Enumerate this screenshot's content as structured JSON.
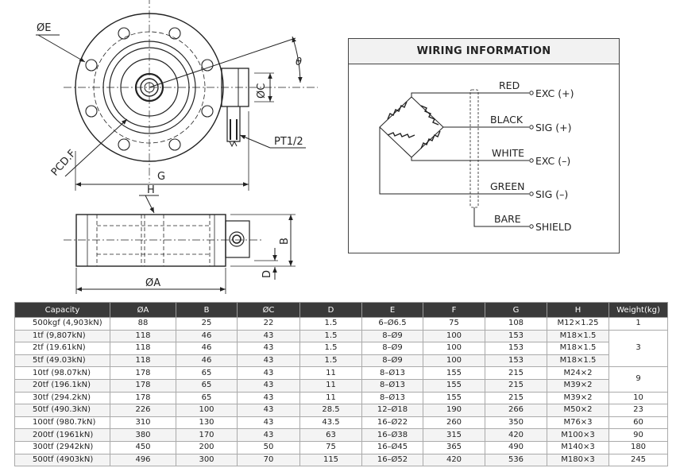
{
  "labels": {
    "dia_e": "ØE",
    "theta": "θ",
    "dia_c": "ØC",
    "pt": "PT1/2",
    "pcd": "PCD.F",
    "g": "G",
    "h": "H",
    "b": "B",
    "d": "D",
    "dia_a": "ØA"
  },
  "wiring": {
    "title": "WIRING INFORMATION",
    "wires": [
      {
        "color": "RED",
        "signal": "EXC (+)"
      },
      {
        "color": "BLACK",
        "signal": "SIG (+)"
      },
      {
        "color": "WHITE",
        "signal": "EXC (–)"
      },
      {
        "color": "GREEN",
        "signal": "SIG (–)"
      },
      {
        "color": "BARE",
        "signal": "SHIELD"
      }
    ]
  },
  "table": {
    "headers": [
      "Capacity",
      "ØA",
      "B",
      "ØC",
      "D",
      "E",
      "F",
      "G",
      "H",
      "Weight(kg)"
    ],
    "rows": [
      [
        "500kgf (4,903kN)",
        "88",
        "25",
        "22",
        "1.5",
        "6–Ø6.5",
        "75",
        "108",
        "M12×1.25"
      ],
      [
        "1tf (9,807kN)",
        "118",
        "46",
        "43",
        "1.5",
        "8–Ø9",
        "100",
        "153",
        "M18×1.5"
      ],
      [
        "2tf (19.61kN)",
        "118",
        "46",
        "43",
        "1.5",
        "8–Ø9",
        "100",
        "153",
        "M18×1.5"
      ],
      [
        "5tf (49.03kN)",
        "118",
        "46",
        "43",
        "1.5",
        "8–Ø9",
        "100",
        "153",
        "M18×1.5"
      ],
      [
        "10tf (98.07kN)",
        "178",
        "65",
        "43",
        "11",
        "8–Ø13",
        "155",
        "215",
        "M24×2"
      ],
      [
        "20tf (196.1kN)",
        "178",
        "65",
        "43",
        "11",
        "8–Ø13",
        "155",
        "215",
        "M39×2"
      ],
      [
        "30tf (294.2kN)",
        "178",
        "65",
        "43",
        "11",
        "8–Ø13",
        "155",
        "215",
        "M39×2"
      ],
      [
        "50tf (490.3kN)",
        "226",
        "100",
        "43",
        "28.5",
        "12–Ø18",
        "190",
        "266",
        "M50×2"
      ],
      [
        "100tf (980.7kN)",
        "310",
        "130",
        "43",
        "43.5",
        "16–Ø22",
        "260",
        "350",
        "M76×3"
      ],
      [
        "200tf (1961kN)",
        "380",
        "170",
        "43",
        "63",
        "16–Ø38",
        "315",
        "420",
        "M100×3"
      ],
      [
        "300tf (2942kN)",
        "450",
        "200",
        "50",
        "75",
        "16–Ø45",
        "365",
        "490",
        "M140×3"
      ],
      [
        "500tf (4903kN)",
        "496",
        "300",
        "70",
        "115",
        "16–Ø52",
        "420",
        "536",
        "M180×3"
      ]
    ],
    "weights": [
      {
        "value": "1",
        "span": 1
      },
      {
        "value": "3",
        "span": 3
      },
      {
        "value": "9",
        "span": 2
      },
      {
        "value": "10",
        "span": 1
      },
      {
        "value": "23",
        "span": 1
      },
      {
        "value": "60",
        "span": 1
      },
      {
        "value": "90",
        "span": 1
      },
      {
        "value": "180",
        "span": 1
      },
      {
        "value": "245",
        "span": 1
      }
    ]
  }
}
